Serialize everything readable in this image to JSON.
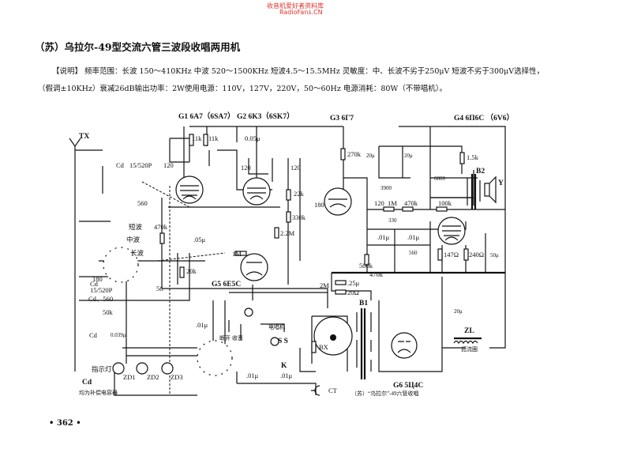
{
  "watermark": {
    "line1": "收音机爱好者资料库",
    "line2": "RadioFans.CN",
    "color": "#e0302a"
  },
  "title": "（苏）乌拉尔-49型交流六管三波段收唱两用机",
  "description": {
    "line1": "【说明】 频率范围：长波 150～410KHz   中波 520～1500KHz   短波4.5～15.5MHz   灵敏度：中、长波不劣于250μV   短波不劣于300μV选择性，",
    "line2": "（假调±10KHz）衰减26dB输出功率：2W使用电源：110V，127V，220V，50～60Hz   电源消耗：80W（不带唱机）。"
  },
  "tubes": {
    "g1": "G1 6A7（6SA7）",
    "g2": "G2 6K3（6SK7）",
    "g3": "G3 6Г7",
    "g4": "G4 6П6C    （6V6）",
    "g5": "G5 6E5C",
    "g6": "G6 5Ц4C"
  },
  "labels": [
    "TX",
    "Cd",
    "15/520P",
    "120",
    "11k",
    "11k",
    "0.05μ",
    "120",
    "120",
    "270k",
    "20μ",
    "20μ",
    "1.5k",
    "B2",
    "6800",
    "Y",
    "3900",
    "560",
    "22k",
    "330k",
    "180",
    "120",
    "1M",
    "470k",
    "100k",
    "2.2M",
    "470k",
    ".01μ",
    ".01μ",
    "330",
    "560",
    "147Ω",
    "240Ω",
    "50μ",
    "1M",
    ".05μ",
    "20k",
    "短波",
    "中波",
    "长波",
    "56",
    "180",
    "Cd",
    "15/520P",
    "Cd、560",
    "50k",
    "Cd",
    "0.039μ",
    "500k",
    "470k",
    "2M",
    ".25μ",
    "20Ω",
    "B1",
    "20μ",
    "ZL",
    "扼流圈",
    ".01μ",
    "断开",
    "收音",
    "电唱机",
    "S S",
    "K",
    "BX",
    ".01μ",
    ".01μ",
    "指示灯",
    "ZD1",
    "ZD2",
    "ZD3",
    "Cd",
    "均为补偿电容器",
    "CT",
    "（苏）“乌拉尔”-49六管收唱"
  ],
  "page_number": "• 362 •"
}
